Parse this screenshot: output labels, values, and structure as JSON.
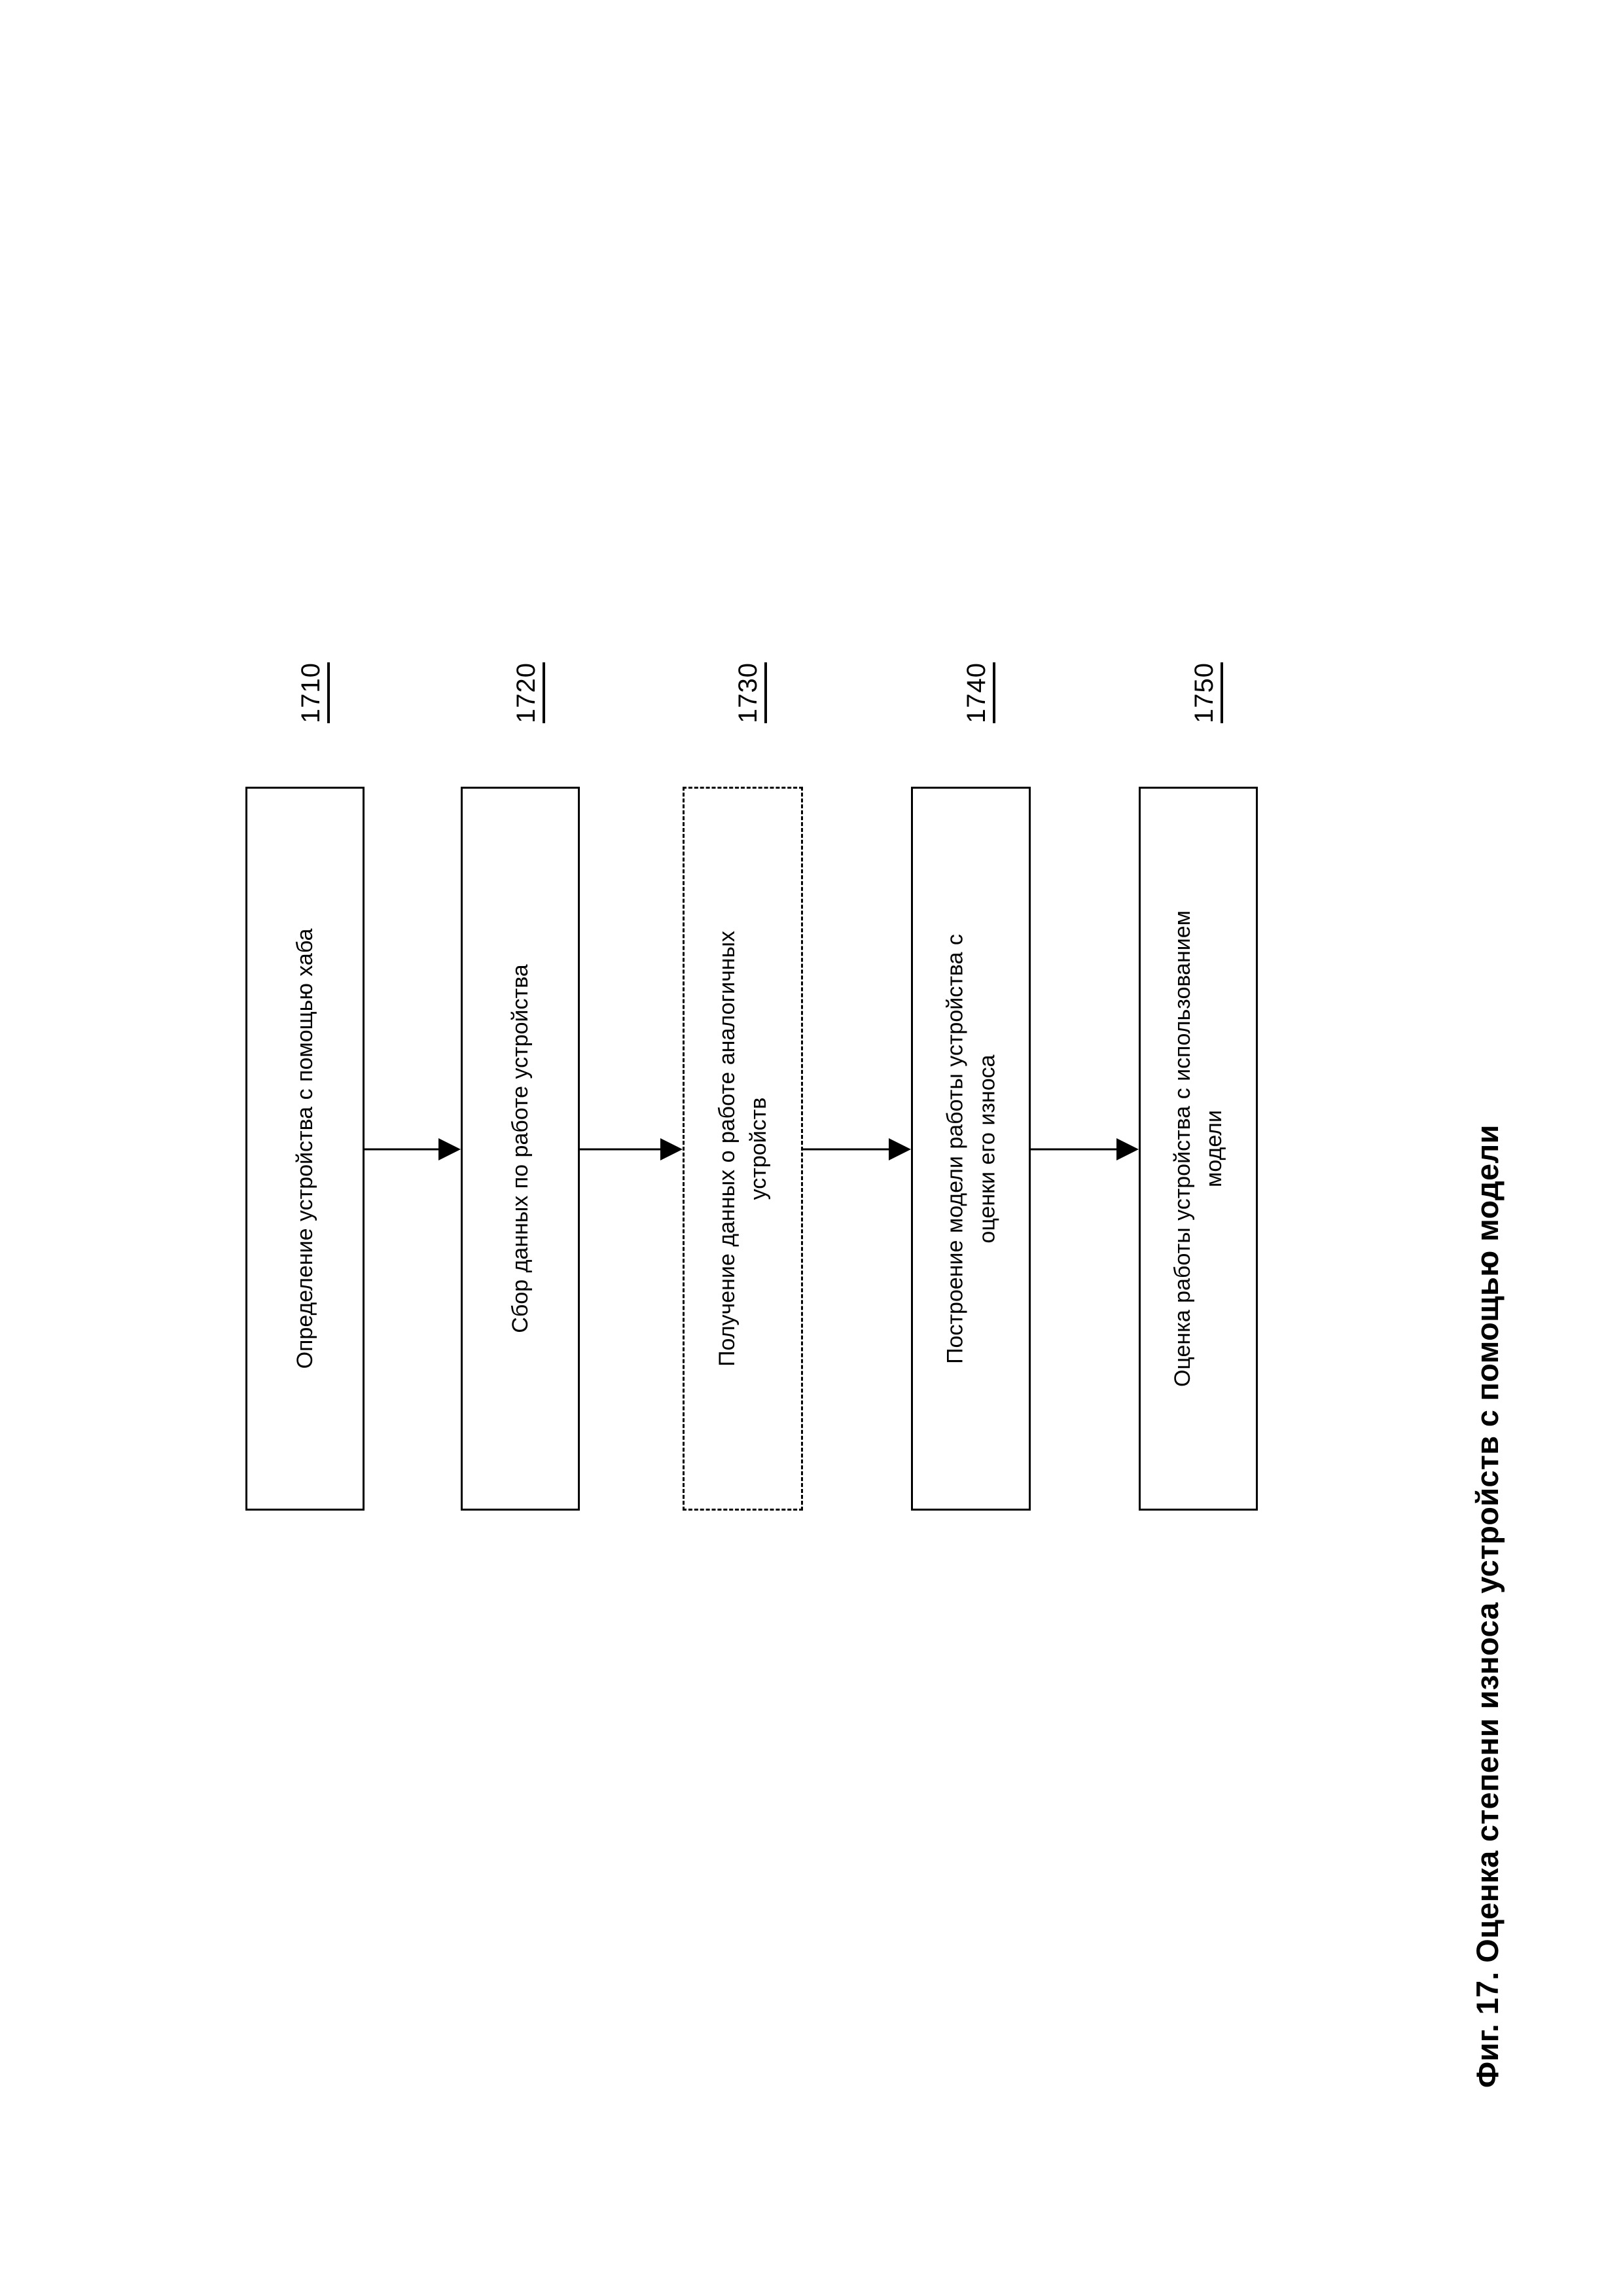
{
  "figure": {
    "caption": "Фиг. 17. Оценка степени износа устройств с помощью модели",
    "sheet_background": "#ffffff",
    "ink_color": "#000000"
  },
  "flowchart": {
    "orientation": "rotated-90-ccw",
    "steps": [
      {
        "ref": "1710",
        "label": "Определение устройства с помощью хаба",
        "border_style": "solid"
      },
      {
        "ref": "1720",
        "label": "Сбор данных по работе устройства",
        "border_style": "solid"
      },
      {
        "ref": "1730",
        "label": "Получение данных о работе аналогичных устройств",
        "border_style": "dashed"
      },
      {
        "ref": "1740",
        "label": "Построение модели работы устройства с оценки его износа",
        "border_style": "solid"
      },
      {
        "ref": "1750",
        "label": "Оценка работы устройства с использованием модели",
        "border_style": "solid"
      }
    ],
    "connectors": [
      {
        "from": "1710",
        "to": "1720",
        "kind": "arrow"
      },
      {
        "from": "1720",
        "to": "1730",
        "kind": "arrow"
      },
      {
        "from": "1730",
        "to": "1740",
        "kind": "arrow"
      },
      {
        "from": "1740",
        "to": "1750",
        "kind": "arrow"
      }
    ]
  }
}
